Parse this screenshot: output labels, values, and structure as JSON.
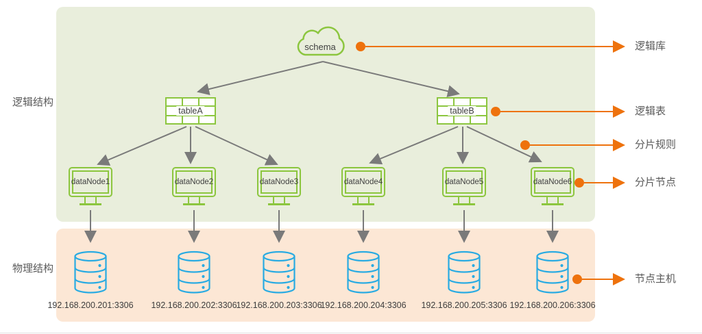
{
  "sections": {
    "logical": {
      "label": "逻辑结构"
    },
    "physical": {
      "label": "物理结构"
    }
  },
  "schema": {
    "label": "schema"
  },
  "tables": [
    {
      "label": "tableA"
    },
    {
      "label": "tableB"
    }
  ],
  "data_nodes": [
    {
      "label": "dataNode1"
    },
    {
      "label": "dataNode2"
    },
    {
      "label": "dataNode3"
    },
    {
      "label": "dataNode4"
    },
    {
      "label": "dataNode5"
    },
    {
      "label": "dataNode6"
    }
  ],
  "hosts": [
    "192.168.200.201:3306",
    "192.168.200.202:3306",
    "192.168.200.203:3306",
    "192.168.200.204:3306",
    "192.168.200.205:3306",
    "192.168.200.206:3306"
  ],
  "annotations": [
    {
      "label": "逻辑库"
    },
    {
      "label": "逻辑表"
    },
    {
      "label": "分片规则"
    },
    {
      "label": "分片节点"
    },
    {
      "label": "节点主机"
    }
  ],
  "colors": {
    "panel_logical": "#e9eedc",
    "panel_physical": "#fce7d5",
    "node_green": "#8cc63f",
    "db_blue": "#29abe2",
    "connector_orange": "#ee720d",
    "arrow_gray": "#7a7a7a"
  }
}
